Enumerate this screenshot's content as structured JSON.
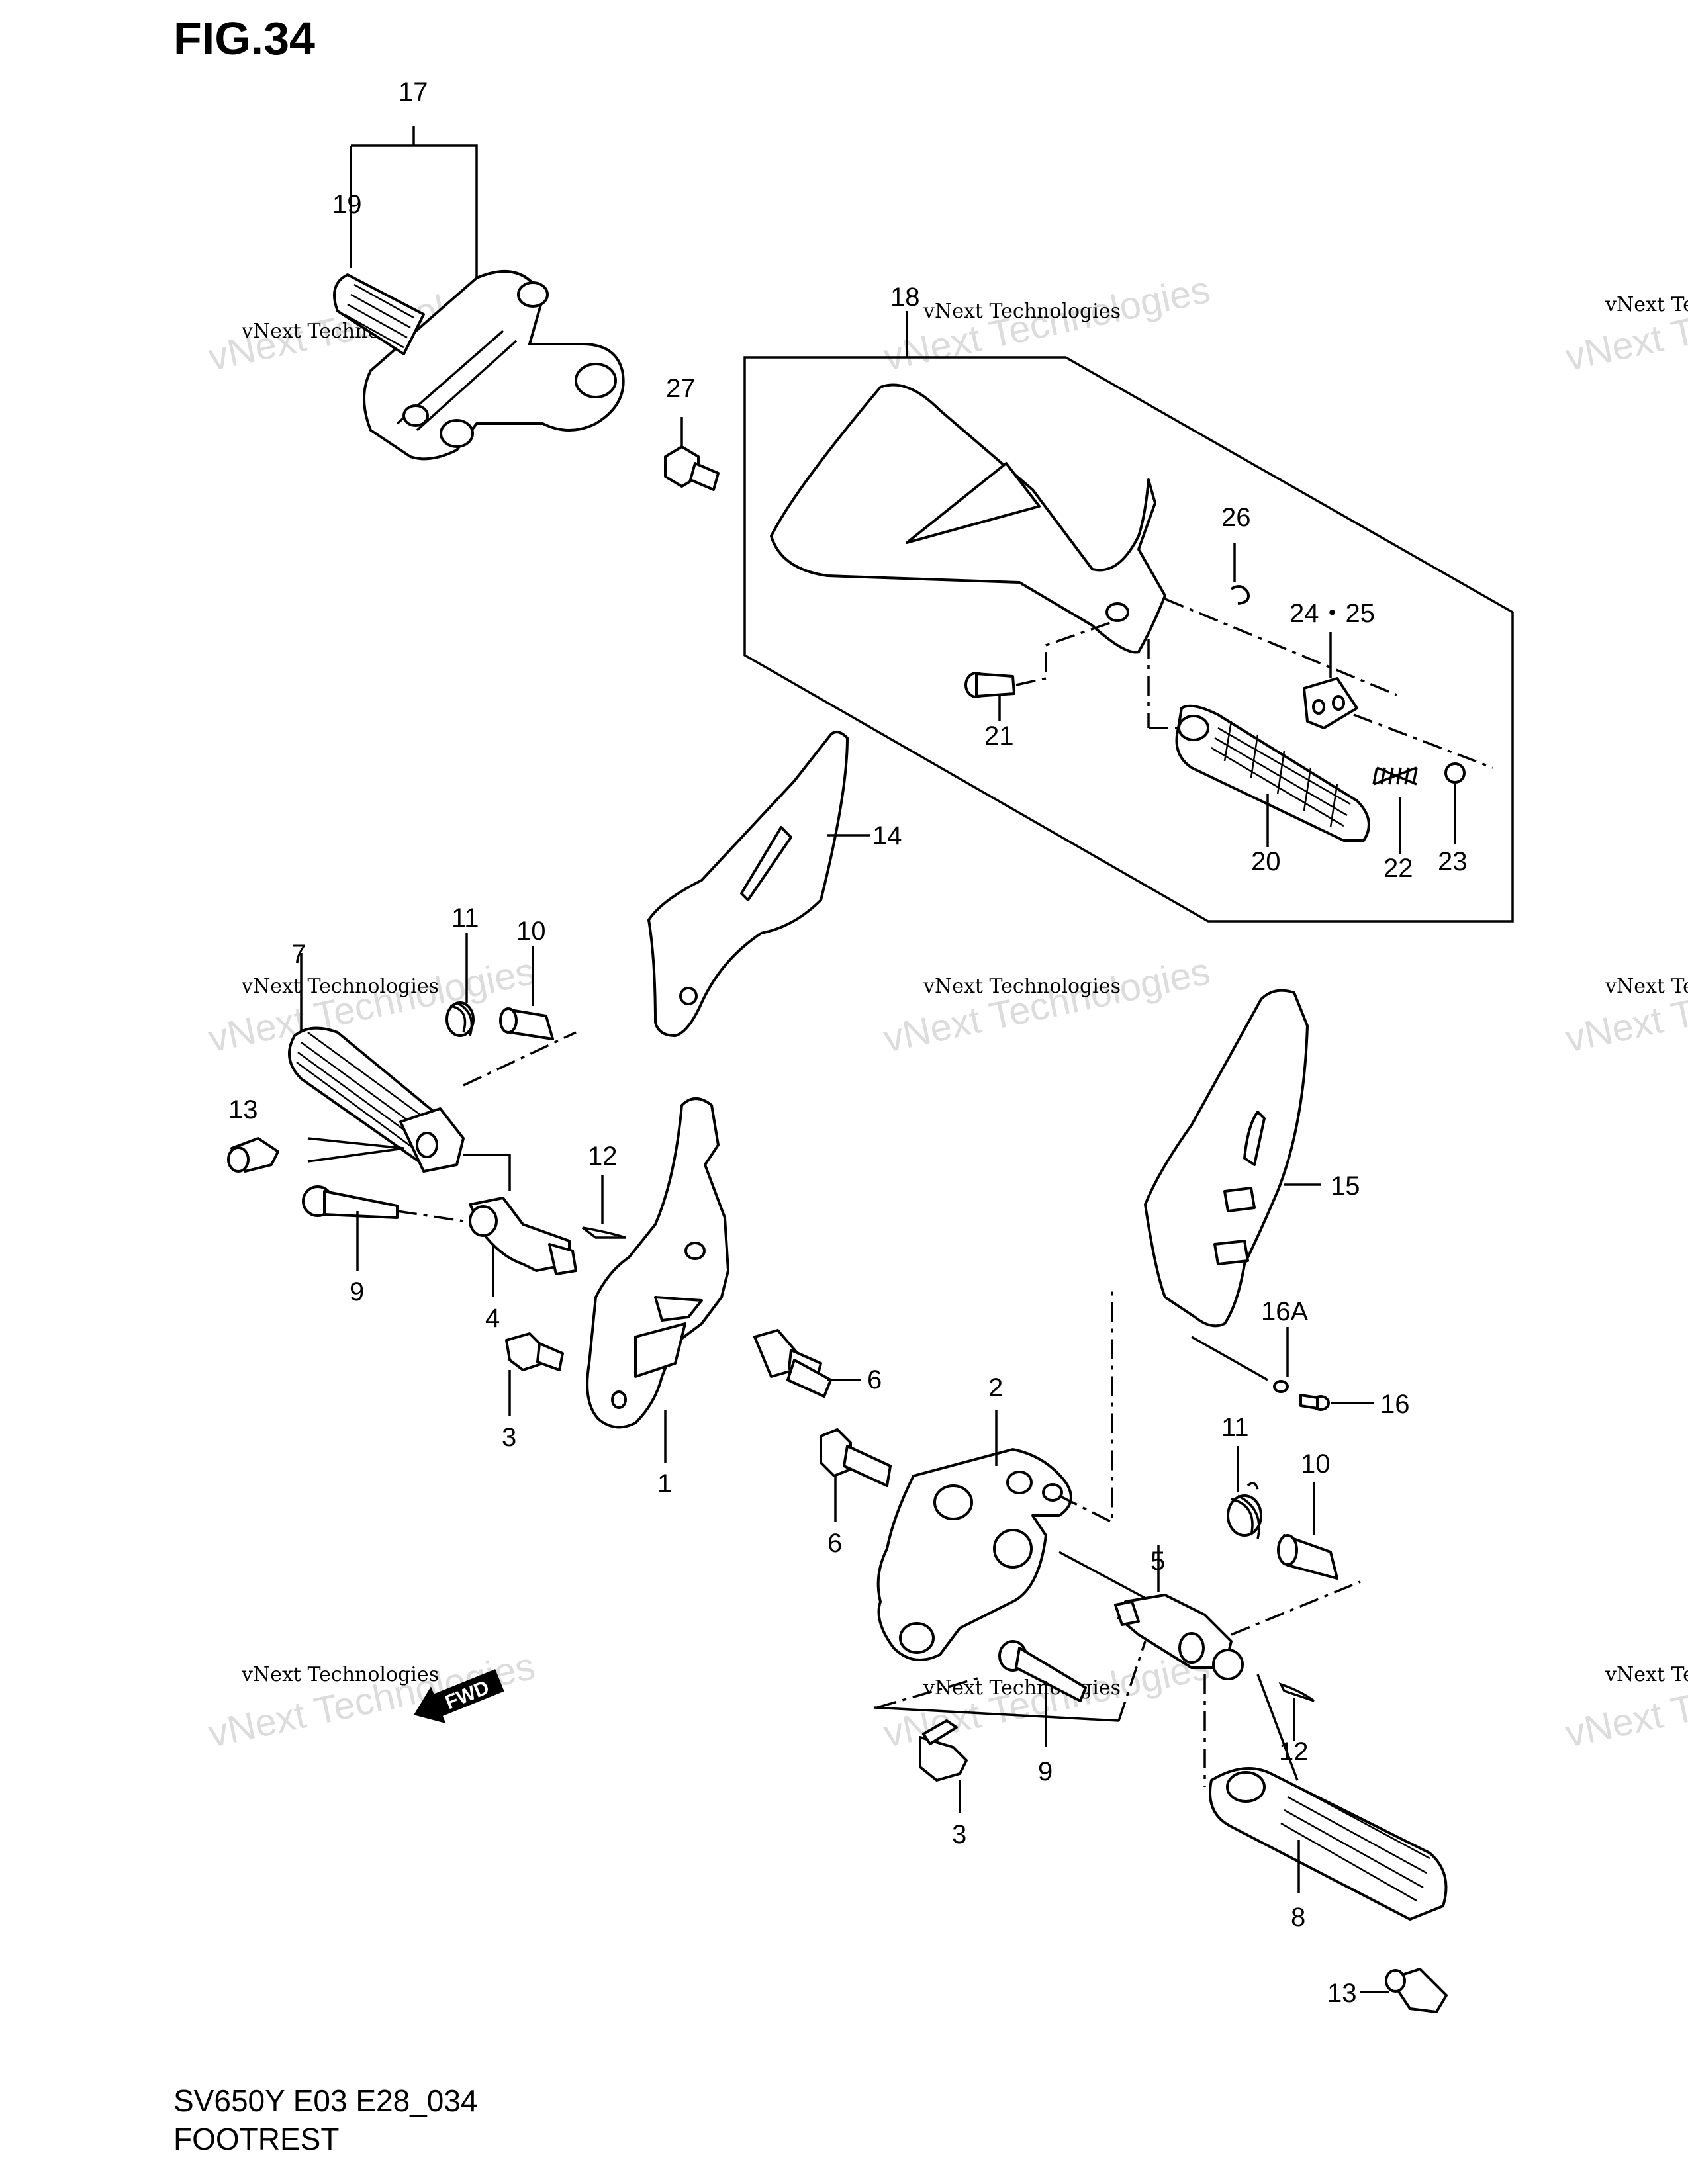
{
  "figure": {
    "title": "FIG.34"
  },
  "footer": {
    "model": "SV650Y E03 E28_034",
    "name": "FOOTREST"
  },
  "callouts": [
    {
      "id": "c17",
      "text": "17"
    },
    {
      "id": "c19",
      "text": "19"
    },
    {
      "id": "c27",
      "text": "27"
    },
    {
      "id": "c18",
      "text": "18"
    },
    {
      "id": "c26",
      "text": "26"
    },
    {
      "id": "c2425",
      "text": "24・25"
    },
    {
      "id": "c21",
      "text": "21"
    },
    {
      "id": "c20",
      "text": "20"
    },
    {
      "id": "c22",
      "text": "22"
    },
    {
      "id": "c23",
      "text": "23"
    },
    {
      "id": "c14",
      "text": "14"
    },
    {
      "id": "c11a",
      "text": "11"
    },
    {
      "id": "c10a",
      "text": "10"
    },
    {
      "id": "c7",
      "text": "7"
    },
    {
      "id": "c13a",
      "text": "13"
    },
    {
      "id": "c12a",
      "text": "12"
    },
    {
      "id": "c9a",
      "text": "9"
    },
    {
      "id": "c4",
      "text": "4"
    },
    {
      "id": "c3a",
      "text": "3"
    },
    {
      "id": "c1",
      "text": "1"
    },
    {
      "id": "c6a",
      "text": "6"
    },
    {
      "id": "c15",
      "text": "15"
    },
    {
      "id": "c16a",
      "text": "16A"
    },
    {
      "id": "c16",
      "text": "16"
    },
    {
      "id": "c2",
      "text": "2"
    },
    {
      "id": "c6b",
      "text": "6"
    },
    {
      "id": "c11b",
      "text": "11"
    },
    {
      "id": "c10b",
      "text": "10"
    },
    {
      "id": "c5",
      "text": "5"
    },
    {
      "id": "c12b",
      "text": "12"
    },
    {
      "id": "c9b",
      "text": "9"
    },
    {
      "id": "c3b",
      "text": "3"
    },
    {
      "id": "c8",
      "text": "8"
    },
    {
      "id": "c13b",
      "text": "13"
    }
  ],
  "fwd_label": "FWD",
  "watermark": {
    "line1": "vNext Technologies",
    "line2": "vNext Technologies"
  }
}
